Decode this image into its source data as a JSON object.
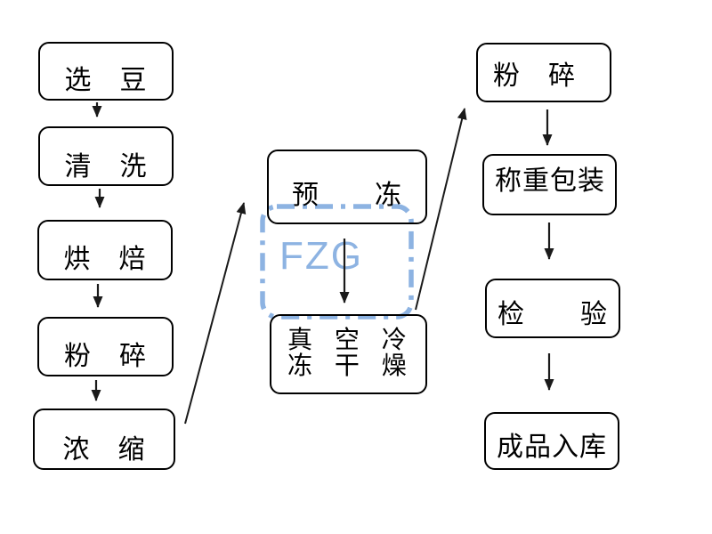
{
  "diagram_type": "flowchart",
  "colors": {
    "background": "#ffffff",
    "box_border": "#000000",
    "text": "#000000",
    "arrow": "#1a1a1a",
    "accent_blue": "#8DB3E2"
  },
  "nodes": {
    "select_beans": "选　豆",
    "washing": "清　洗",
    "baking": "烘　焙",
    "crushing": "粉　碎",
    "concentrating": "浓　缩",
    "pre_freezing": "预　　冻",
    "vacuum_freeze_drying": "真 空 冷\n冻 干 燥",
    "crushing_2": "粉　碎",
    "weighing_packing": "称重包装",
    "inspection": "检　　验",
    "finished_storage": "成品入库"
  },
  "fzg": {
    "label": "FZG",
    "color": "#8DB3E2",
    "frame_style": "dash-dot rounded rectangle"
  },
  "flow": [
    "select_beans -> washing -> baking -> crushing -> concentrating",
    "concentrating -> pre_freezing (diagonal arrow)",
    "pre_freezing -> vacuum_freeze_drying",
    "vacuum_freeze_drying -> crushing_2 (diagonal arrow)",
    "crushing_2 -> weighing_packing -> inspection -> finished_storage"
  ]
}
